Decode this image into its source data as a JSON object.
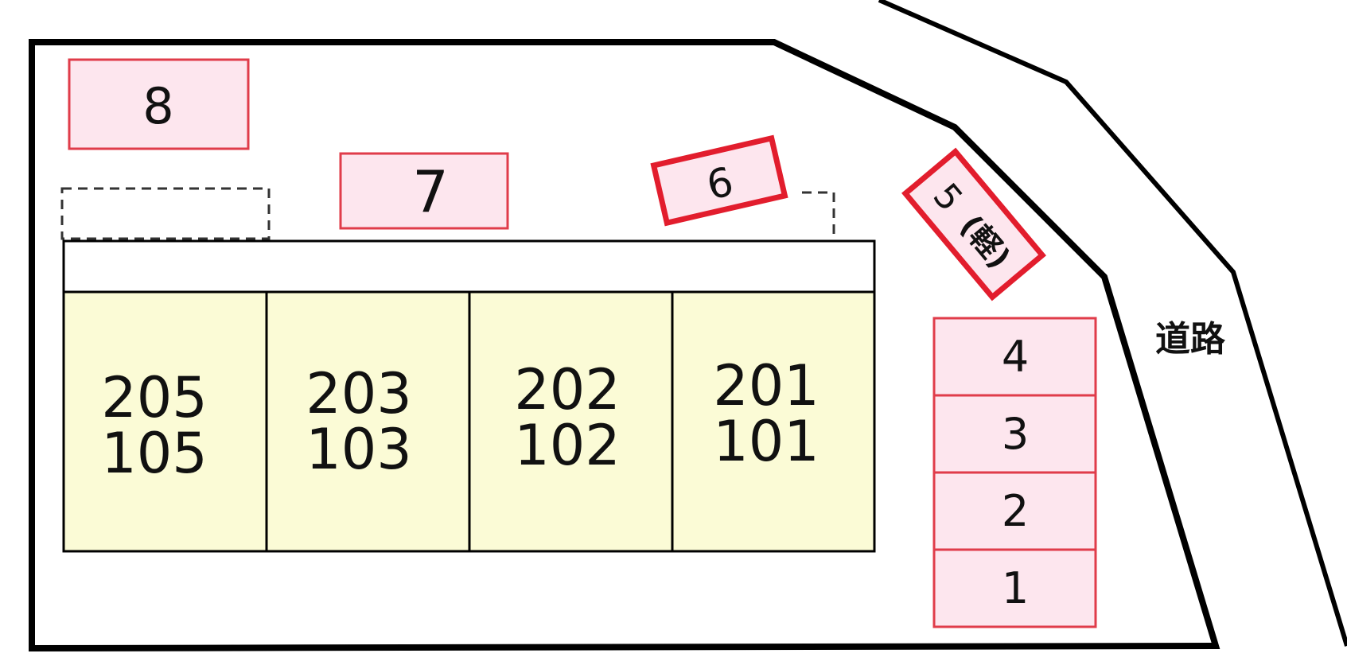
{
  "colors": {
    "parking_fill": "#fde6ee",
    "parking_stroke": "#e03c4a",
    "highlight_stroke": "#e21d2d",
    "unit_fill": "#fbfbd6",
    "outline": "#000000",
    "text": "#111111"
  },
  "parking": {
    "p1": "1",
    "p2": "2",
    "p3": "3",
    "p4": "4",
    "p5": "5",
    "p5_note": "(軽)",
    "p6": "6",
    "p7": "7",
    "p8": "8"
  },
  "units": [
    {
      "upper": "205",
      "lower": "105"
    },
    {
      "upper": "203",
      "lower": "103"
    },
    {
      "upper": "202",
      "lower": "102"
    },
    {
      "upper": "201",
      "lower": "101"
    }
  ],
  "road_label": "道路"
}
